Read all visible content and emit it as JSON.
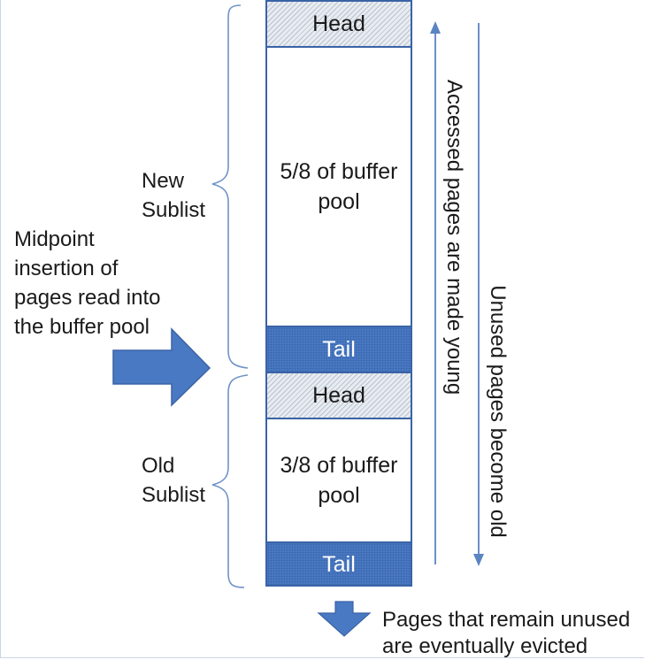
{
  "column": {
    "new_head": "Head",
    "new_body": "5/8 of buffer pool",
    "new_tail": "Tail",
    "old_head": "Head",
    "old_body": "3/8 of buffer pool",
    "old_tail": "Tail"
  },
  "labels": {
    "new_sublist": "New Sublist",
    "old_sublist": "Old Sublist",
    "midpoint_insertion": "Midpoint insertion of pages read into the buffer pool",
    "accessed_young": "Accessed pages are made young",
    "unused_old": "Unused pages become old",
    "evicted": "Pages that remain unused are eventually evicted"
  },
  "colors": {
    "accent_blue": "#4a79c3",
    "border_blue": "#3a63a6",
    "head_hatch": "#dfe4ea"
  }
}
